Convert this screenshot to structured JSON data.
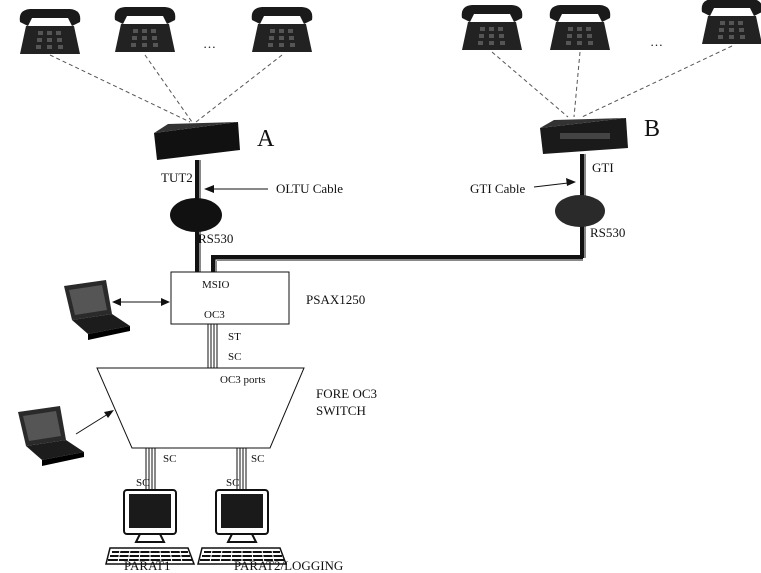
{
  "site_a": {
    "label": "A",
    "phone_ellipsis": "…",
    "device_port": "TUT2",
    "cable_label": "OLTU Cable",
    "modem_port": "RS530"
  },
  "site_b": {
    "label": "B",
    "phone_ellipsis": "…",
    "device_port": "GTI",
    "cable_label": "GTI Cable",
    "modem_port": "RS530"
  },
  "psax": {
    "name": "PSAX1250",
    "port_top": "MSIO",
    "port_bottom": "OC3",
    "link_top": "ST",
    "link_bottom": "SC"
  },
  "switch": {
    "name_line1": "FORE OC3",
    "name_line2": "SWITCH",
    "ports_label": "OC3 ports",
    "left_link_label_1": "SC",
    "left_link_label_2": "SC",
    "right_link_label_1": "SC",
    "right_link_label_2": "SC"
  },
  "workstations": {
    "left_name": "PARAT1",
    "right_name": "PARAT2/LOGGING"
  }
}
